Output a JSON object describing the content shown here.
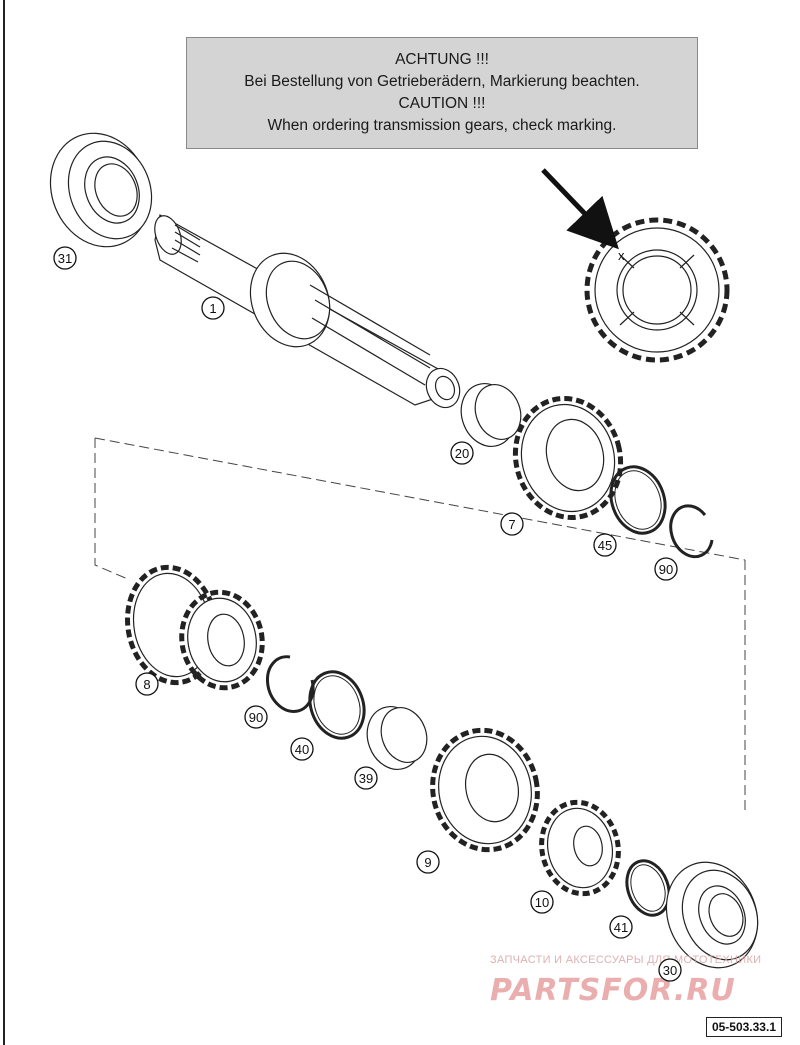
{
  "notice": {
    "line1": "ACHTUNG !!!",
    "line2": "Bei Bestellung von Getrieberädern, Markierung beachten.",
    "line3": "CAUTION !!!",
    "line4": "When ordering transmission gears, check marking."
  },
  "callouts": {
    "c31": "31",
    "c1": "1",
    "c20": "20",
    "c7": "7",
    "c45": "45",
    "c90a": "90",
    "c8": "8",
    "c90b": "90",
    "c40": "40",
    "c39": "39",
    "c9": "9",
    "c10": "10",
    "c41": "41",
    "c30": "30"
  },
  "marker_symbol": "x",
  "watermark": {
    "caption": "ЗАПЧАСТИ И АКСЕССУАРЫ ДЛЯ МОТОТЕХНИКИ",
    "brand": "PARTSFOR.RU"
  },
  "part_number": "05-503.33.1"
}
